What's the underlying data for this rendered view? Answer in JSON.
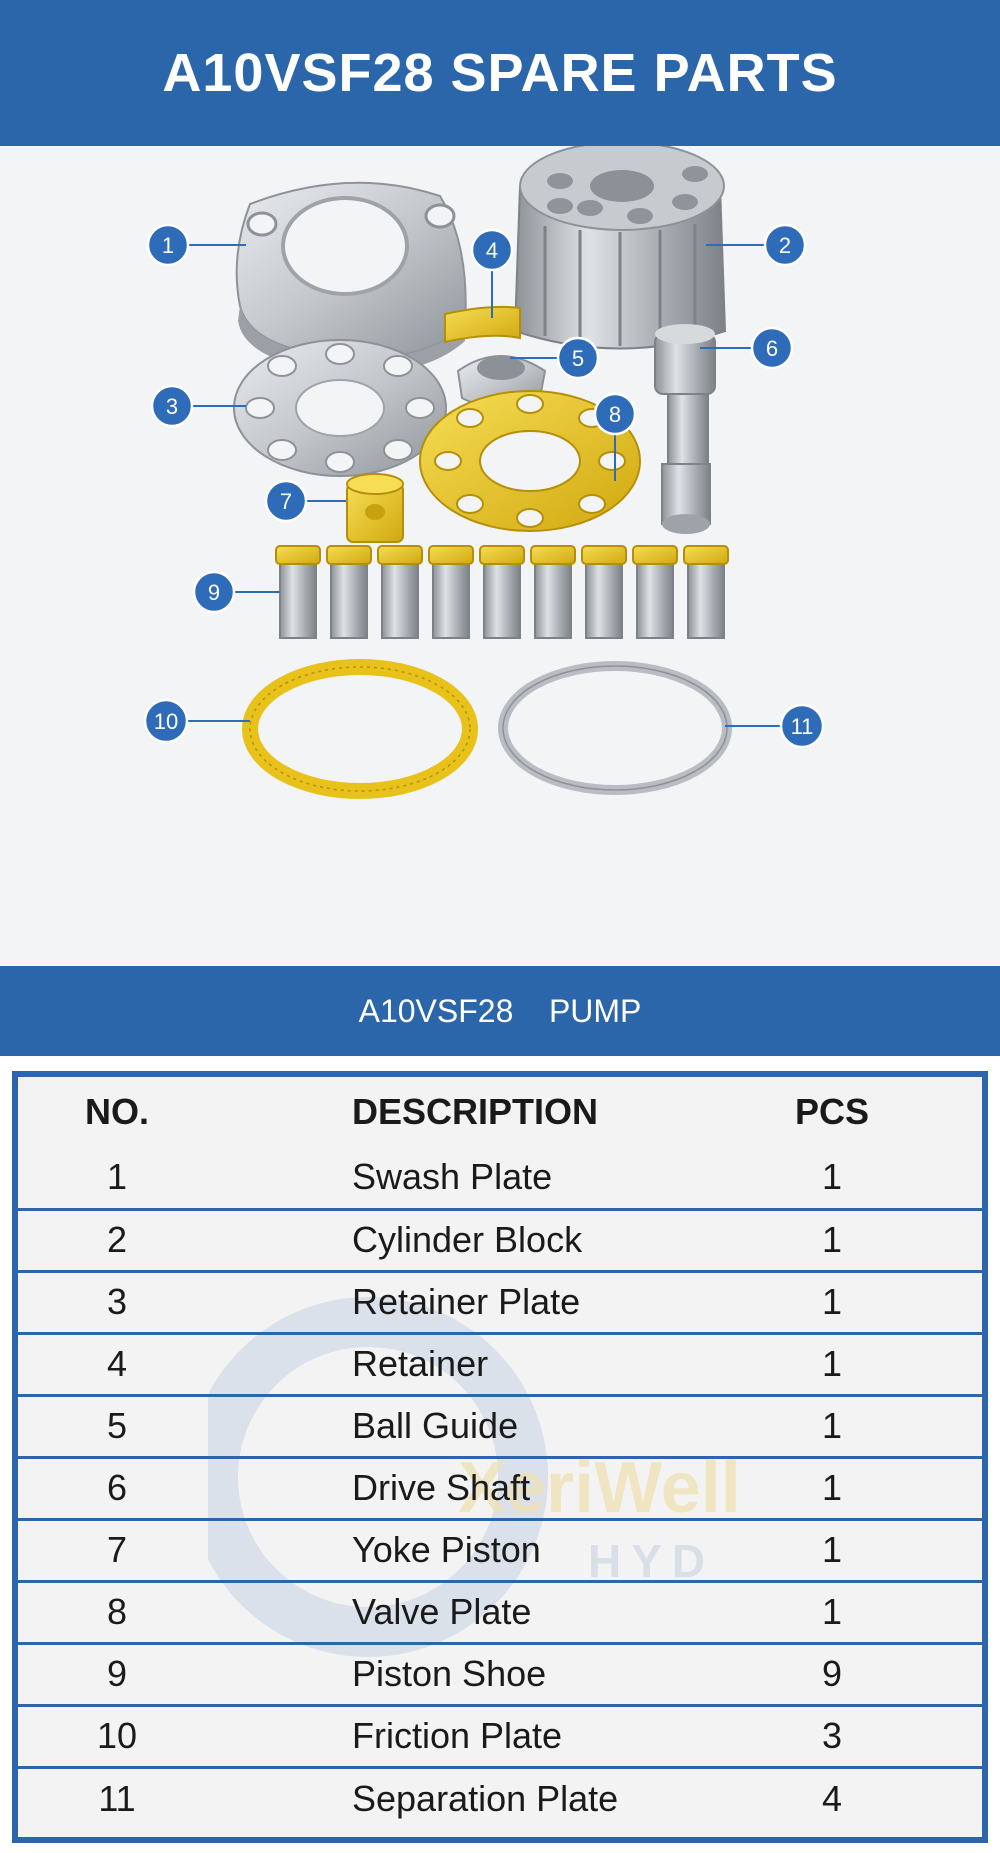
{
  "header": {
    "title": "A10VSF28 SPARE PARTS"
  },
  "diagram": {
    "callouts": [
      "1",
      "2",
      "3",
      "4",
      "5",
      "6",
      "7",
      "8",
      "9",
      "10",
      "11"
    ]
  },
  "section": {
    "title": "A10VSF28    PUMP"
  },
  "table": {
    "headers": {
      "no": "NO.",
      "description": "DESCRIPTION",
      "pcs": "PCS"
    },
    "rows": [
      {
        "no": "1",
        "description": "Swash Plate",
        "pcs": "1"
      },
      {
        "no": "2",
        "description": "Cylinder Block",
        "pcs": "1"
      },
      {
        "no": "3",
        "description": "Retainer Plate",
        "pcs": "1"
      },
      {
        "no": "4",
        "description": "Retainer",
        "pcs": "1"
      },
      {
        "no": "5",
        "description": "Ball Guide",
        "pcs": "1"
      },
      {
        "no": "6",
        "description": "Drive Shaft",
        "pcs": "1"
      },
      {
        "no": "7",
        "description": "Yoke Piston",
        "pcs": "1"
      },
      {
        "no": "8",
        "description": "Valve Plate",
        "pcs": "1"
      },
      {
        "no": "9",
        "description": "Piston Shoe",
        "pcs": "9"
      },
      {
        "no": "10",
        "description": "Friction Plate",
        "pcs": "3"
      },
      {
        "no": "11",
        "description": "Separation Plate",
        "pcs": "4"
      }
    ]
  },
  "watermark": {
    "brand": "XeriWell",
    "sub": "HYD"
  },
  "colors": {
    "accent": "#2c66aa",
    "callout": "#2e6bb8",
    "brass": "#e8c21a",
    "steel": "#b9bdc3"
  }
}
